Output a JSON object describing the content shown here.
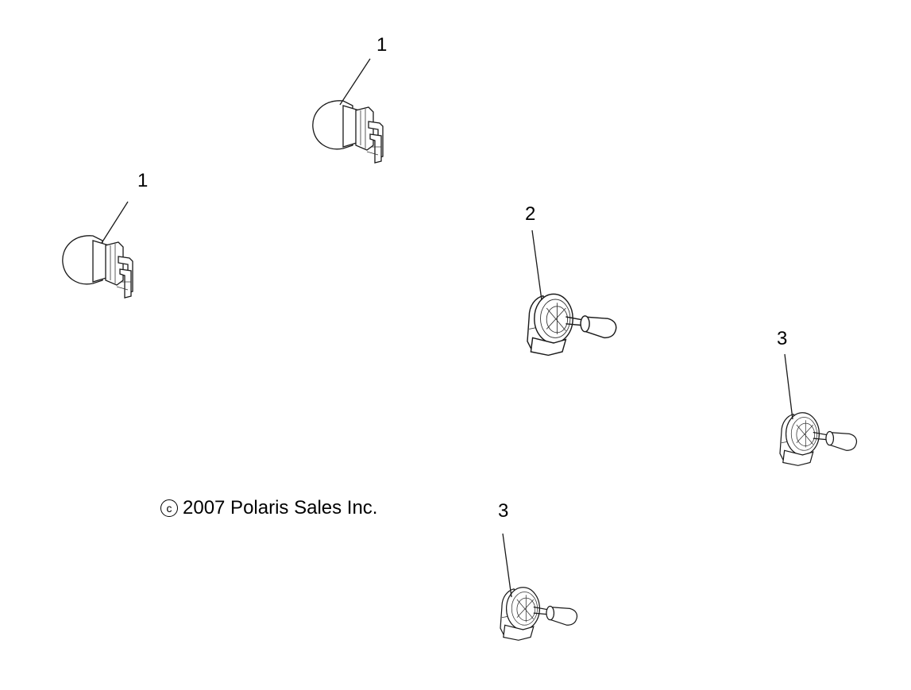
{
  "callouts": {
    "bulb_top": "1",
    "bulb_left": "1",
    "socket_center": "2",
    "socket_right": "3",
    "socket_bottom": "3"
  },
  "copyright": {
    "symbol": "c",
    "text": "2007 Polaris Sales Inc."
  }
}
